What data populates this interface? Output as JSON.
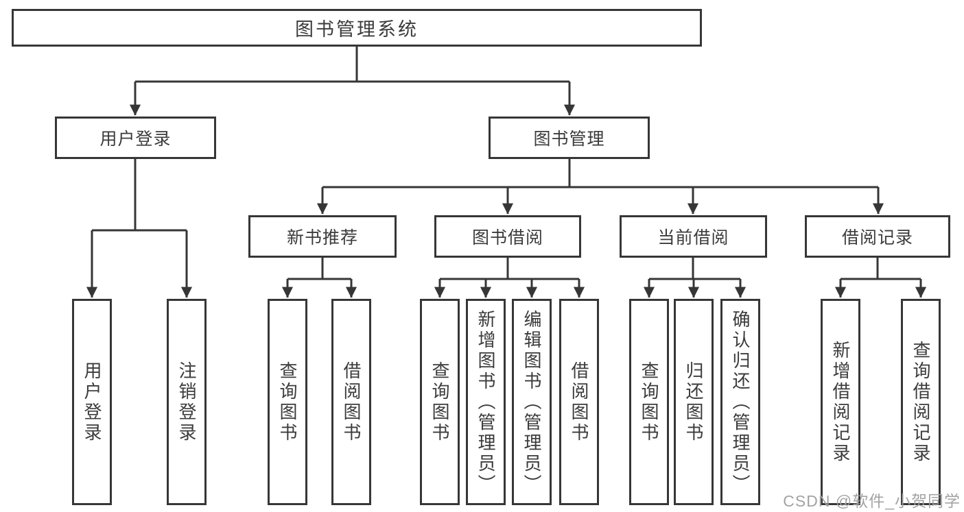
{
  "tree": {
    "root": {
      "label": "图书管理系统",
      "children": [
        {
          "label": "用户登录",
          "children": [
            {
              "label": "用户登录"
            },
            {
              "label": "注销登录"
            }
          ]
        },
        {
          "label": "图书管理",
          "children": [
            {
              "label": "新书推荐",
              "children": [
                {
                  "label": "查询图书"
                },
                {
                  "label": "借阅图书"
                }
              ]
            },
            {
              "label": "图书借阅",
              "children": [
                {
                  "label": "查询图书"
                },
                {
                  "label": "新增图书（管理员）"
                },
                {
                  "label": "编辑图书（管理员）"
                },
                {
                  "label": "借阅图书"
                }
              ]
            },
            {
              "label": "当前借阅",
              "children": [
                {
                  "label": "查询图书"
                },
                {
                  "label": "归还图书"
                },
                {
                  "label": "确认归还（管理员）"
                }
              ]
            },
            {
              "label": "借阅记录",
              "children": [
                {
                  "label": "新增借阅记录"
                },
                {
                  "label": "查询借阅记录"
                }
              ]
            }
          ]
        }
      ]
    }
  },
  "watermark": {
    "text": "CSDN @软件_小贺同学"
  },
  "colors": {
    "line": "#363636",
    "text": "#3b3b3b",
    "background": "#ffffff",
    "watermark": "#9f9f9f"
  }
}
